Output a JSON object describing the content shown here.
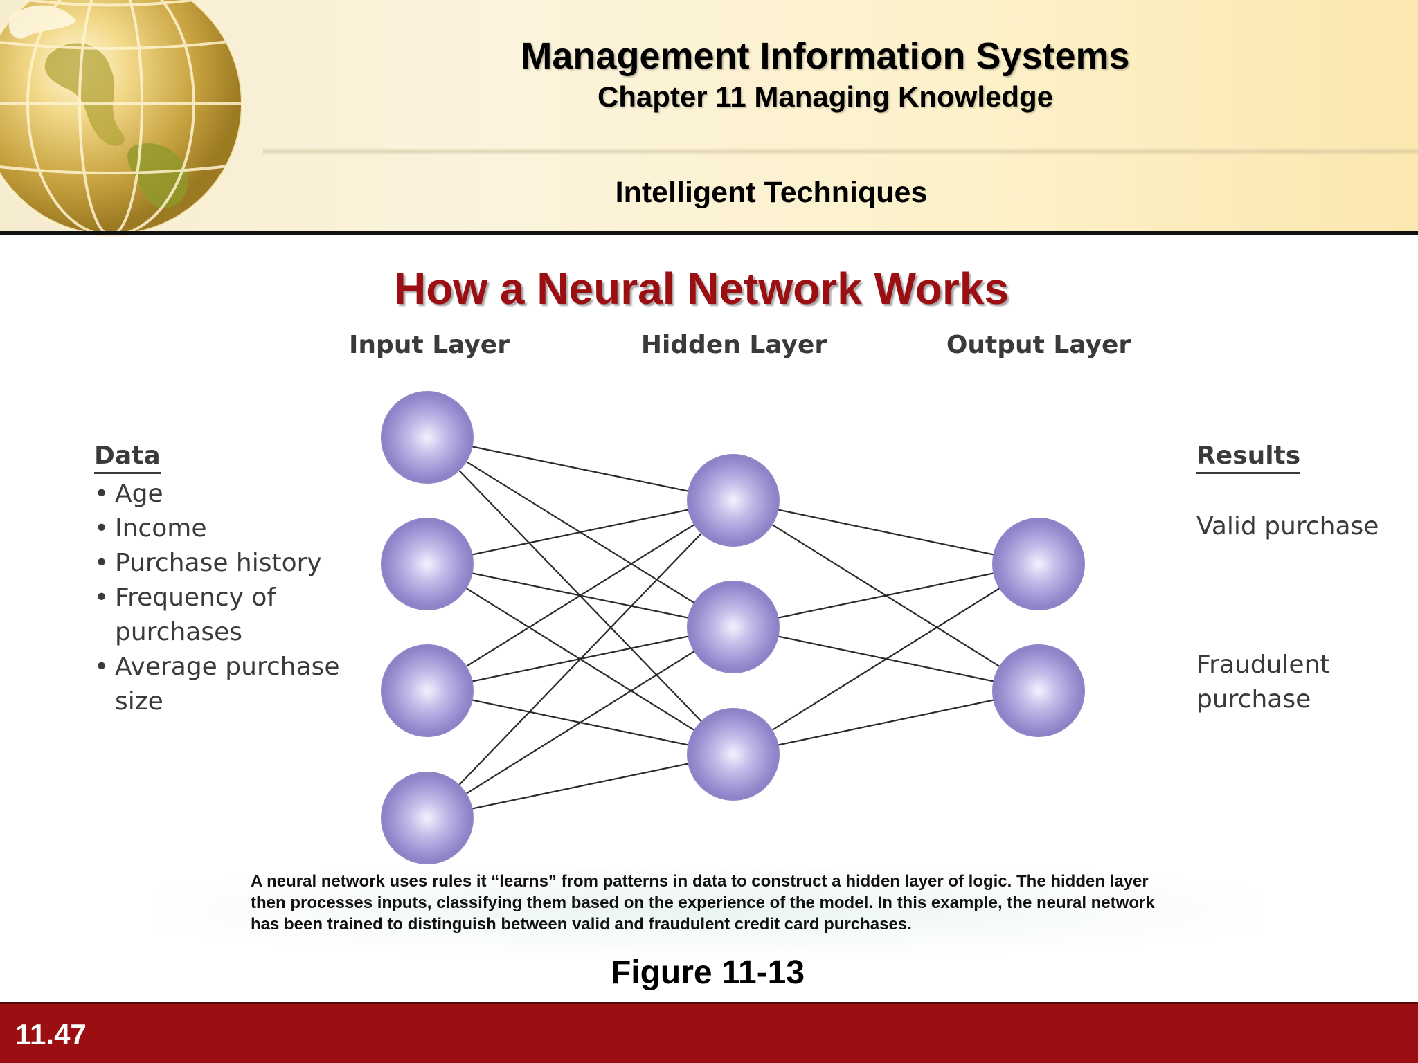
{
  "header": {
    "course_title": "Management Information Systems",
    "chapter_title": "Chapter 11 Managing Knowledge",
    "section_title": "Intelligent Techniques"
  },
  "slide_title": "How a Neural Network Works",
  "diagram": {
    "layer_labels": [
      "Input Layer",
      "Hidden Layer",
      "Output Layer"
    ],
    "node_counts": {
      "input": 4,
      "hidden": 3,
      "output": 2
    },
    "node_color": "#8f87c8",
    "data": {
      "heading": "Data",
      "items": [
        "Age",
        "Income",
        "Purchase history",
        "Frequency of purchases",
        "Average purchase size"
      ]
    },
    "results": {
      "heading": "Results",
      "items": [
        "Valid purchase",
        "Fraudulent purchase"
      ]
    }
  },
  "caption": "A neural network uses rules it “learns” from patterns in data to construct a hidden layer of logic. The hidden layer then processes inputs, classifying them based on the experience of the model. In this example, the neural network has been trained to distinguish between valid and fraudulent credit card purchases.",
  "figure_label": "Figure 11-13",
  "footer": {
    "slide_number": "11.47",
    "color": "#9b0f12"
  },
  "colors": {
    "title_red": "#9b0f12"
  }
}
